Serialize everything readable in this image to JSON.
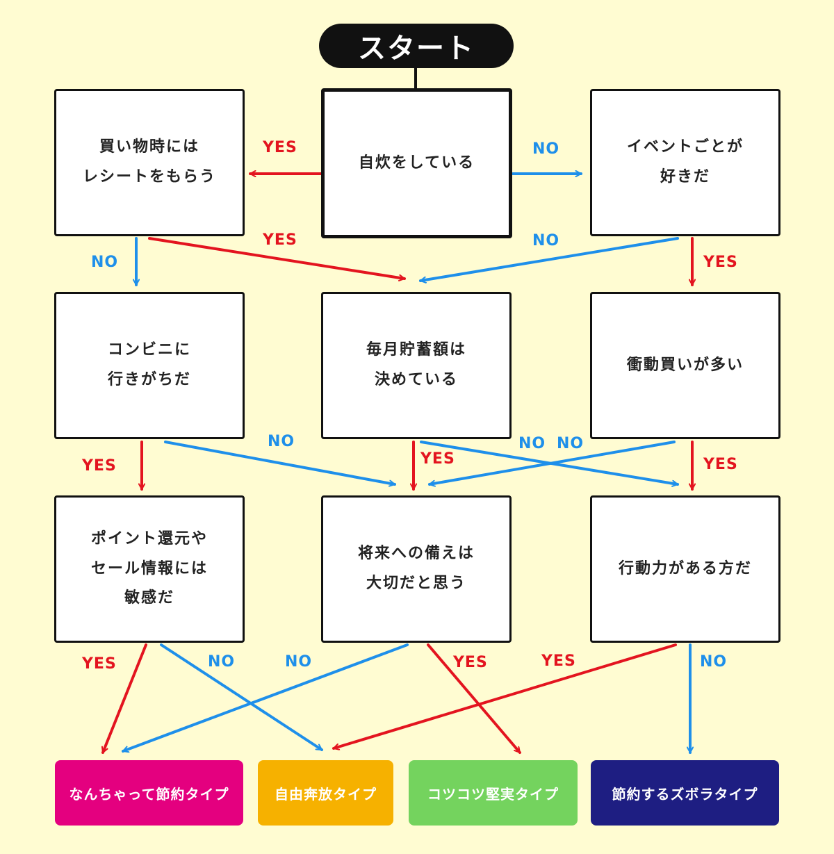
{
  "start": "スタート",
  "boxes": {
    "b1": "自炊をしている",
    "b2": "買い物時には\nレシートをもらう",
    "b3": "イベントごとが\n好きだ",
    "b4": "コンビニに\n行きがちだ",
    "b5": "毎月貯蓄額は\n決めている",
    "b6": "衝動買いが多い",
    "b7": "ポイント還元や\nセール情報には\n敏感だ",
    "b8": "将来への備えは\n大切だと思う",
    "b9": "行動力がある方だ"
  },
  "labels": {
    "yes": "YES",
    "no": "NO"
  },
  "results": [
    {
      "label": "なんちゃって節約タイプ",
      "color": "#E4007F"
    },
    {
      "label": "自由奔放タイプ",
      "color": "#F6B100"
    },
    {
      "label": "コツコツ堅実タイプ",
      "color": "#74D35E"
    },
    {
      "label": "節約するズボラタイプ",
      "color": "#1E1E82"
    }
  ],
  "colors": {
    "background": "#FFFCD2",
    "yes": "#E3141F",
    "no": "#1E8FEA",
    "border": "#111111"
  }
}
